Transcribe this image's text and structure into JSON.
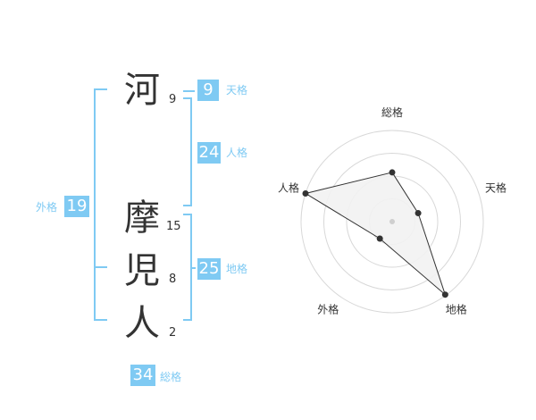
{
  "name": {
    "chars": [
      {
        "char": "河",
        "strokes": "9"
      },
      {
        "char": "摩",
        "strokes": "15"
      },
      {
        "char": "児",
        "strokes": "8"
      },
      {
        "char": "人",
        "strokes": "2"
      }
    ]
  },
  "fortune": {
    "tenkaku": {
      "value": "9",
      "label": "天格"
    },
    "jinkaku": {
      "value": "24",
      "label": "人格"
    },
    "chikaku": {
      "value": "25",
      "label": "地格"
    },
    "gaikaku": {
      "value": "19",
      "label": "外格"
    },
    "soukaku": {
      "value": "34",
      "label": "総格"
    }
  },
  "radar": {
    "labels": [
      "総格",
      "天格",
      "地格",
      "外格",
      "人格"
    ],
    "values": [
      0.54,
      0.3,
      0.99,
      0.23,
      1.0
    ],
    "rings": 4,
    "colors": {
      "grid": "#d8d8d8",
      "fill": "#f2f2f2",
      "stroke": "#333333",
      "point": "#333333"
    }
  },
  "colors": {
    "accent": "#7fcaf3",
    "text": "#333333"
  }
}
